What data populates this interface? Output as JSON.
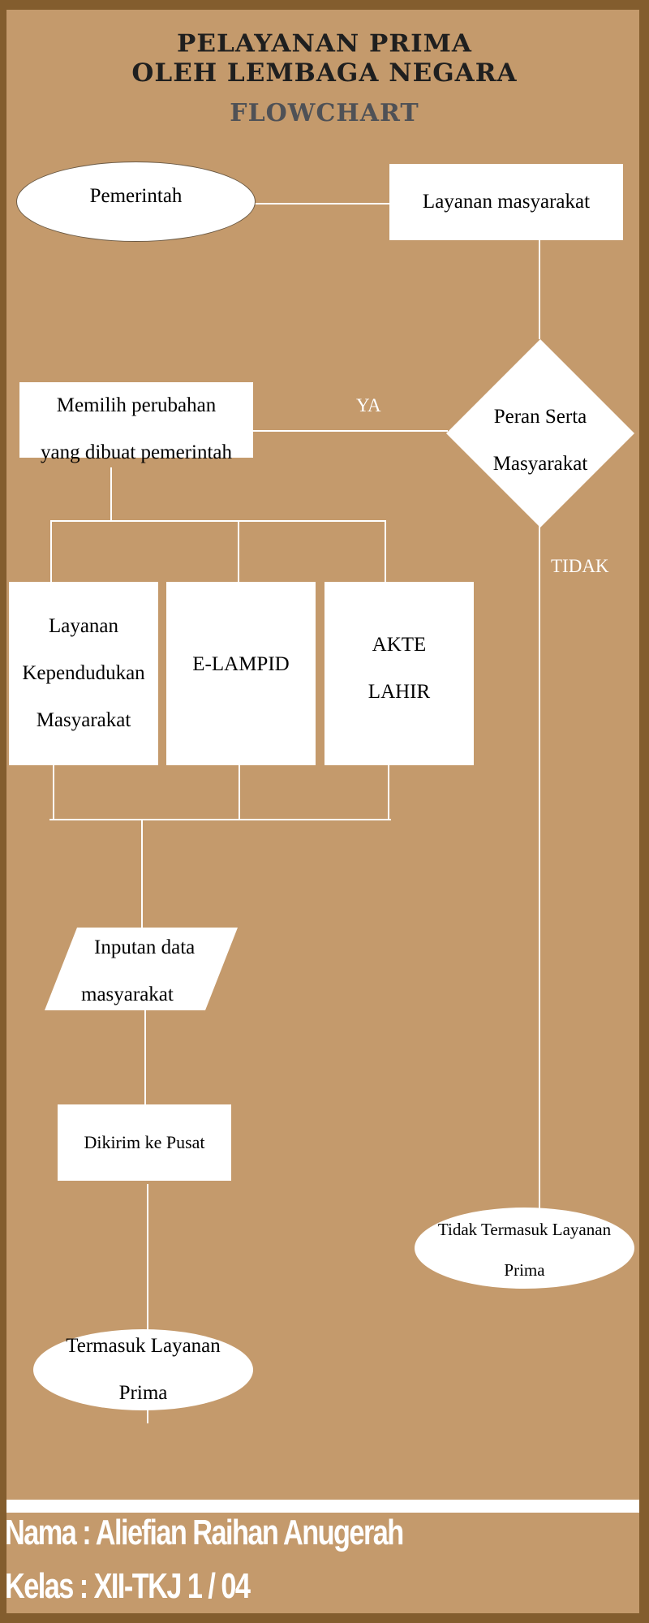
{
  "header": {
    "title_line1": "PELAYANAN PRIMA",
    "title_line2": "OLEH LEMBAGA NEGARA",
    "subtitle": "FLOWCHART"
  },
  "colors": {
    "frame": "#835d2e",
    "background": "#c49a6c",
    "shape_fill": "#ffffff",
    "connector": "#ffffff",
    "title_text": "#1f1f1f",
    "subtitle_text": "#4f5156"
  },
  "flowchart": {
    "nodes": {
      "pemerintah": {
        "shape": "ellipse",
        "label": "Pemerintah"
      },
      "layanan_masyarakat": {
        "shape": "rectangle",
        "label": "Layanan masyarakat"
      },
      "peran_serta": {
        "shape": "diamond",
        "line1": "Peran Serta",
        "line2": "Masyarakat"
      },
      "memilih_perubahan": {
        "shape": "rectangle",
        "line1": "Memilih perubahan",
        "line2": "yang dibuat pemerintah"
      },
      "layanan_kependudukan": {
        "shape": "rectangle",
        "line1": "Layanan",
        "line2": "Kependudukan",
        "line3": "Masyarakat"
      },
      "e_lampid": {
        "shape": "rectangle",
        "label": "E-LAMPID"
      },
      "akte_lahir": {
        "shape": "rectangle",
        "line1": "AKTE",
        "line2": "LAHIR"
      },
      "inputan_data": {
        "shape": "parallelogram",
        "line1": "Inputan data",
        "line2": "masyarakat"
      },
      "dikirim_pusat": {
        "shape": "rectangle",
        "label": "Dikirim ke Pusat"
      },
      "termasuk_prima": {
        "shape": "ellipse",
        "line1": "Termasuk Layanan",
        "line2": "Prima"
      },
      "tidak_termasuk_prima": {
        "shape": "ellipse",
        "line1": "Tidak Termasuk Layanan",
        "line2": "Prima"
      }
    },
    "edge_labels": {
      "yes": "YA",
      "no": "TIDAK"
    },
    "edges": [
      {
        "from": "pemerintah",
        "to": "layanan_masyarakat"
      },
      {
        "from": "layanan_masyarakat",
        "to": "peran_serta"
      },
      {
        "from": "peran_serta",
        "to": "memilih_perubahan",
        "label": "YA"
      },
      {
        "from": "peran_serta",
        "to": "tidak_termasuk_prima",
        "label": "TIDAK"
      },
      {
        "from": "memilih_perubahan",
        "to": "layanan_kependudukan"
      },
      {
        "from": "memilih_perubahan",
        "to": "e_lampid"
      },
      {
        "from": "memilih_perubahan",
        "to": "akte_lahir"
      },
      {
        "from": "layanan_kependudukan",
        "to": "inputan_data"
      },
      {
        "from": "e_lampid",
        "to": "inputan_data"
      },
      {
        "from": "akte_lahir",
        "to": "inputan_data"
      },
      {
        "from": "inputan_data",
        "to": "dikirim_pusat"
      },
      {
        "from": "dikirim_pusat",
        "to": "termasuk_prima"
      }
    ]
  },
  "footer": {
    "name_line": "Nama : Aliefian Raihan Anugerah",
    "class_line": "Kelas : XII-TKJ 1 / 04"
  }
}
